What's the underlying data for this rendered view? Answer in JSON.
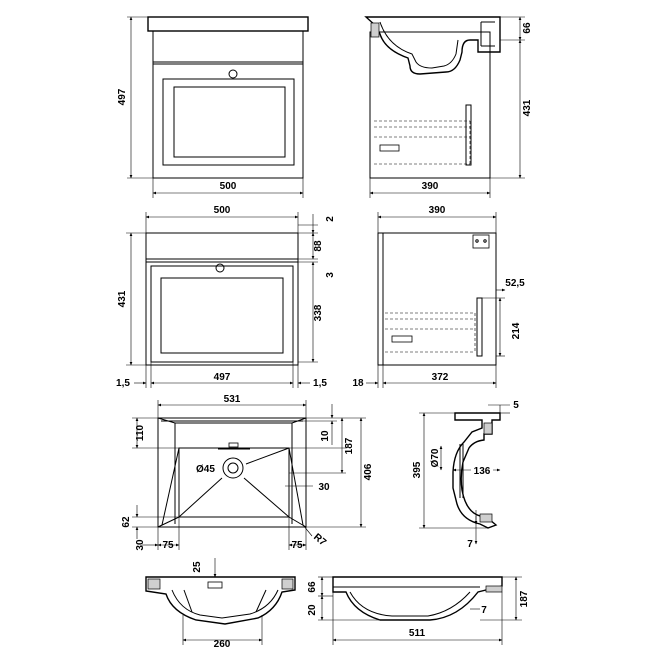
{
  "dimensions": {
    "front_basin_height": "497",
    "front_basin_width": "500",
    "side_basin_depth": "390",
    "side_basin_height": "431",
    "side_basin_top": "66",
    "front_cab_width": "500",
    "front_cab_height": "431",
    "front_cab_top_gap": "2",
    "front_cab_top_rail": "88",
    "front_cab_gap": "3",
    "front_cab_drawer": "338",
    "front_cab_left_gap": "1,5",
    "front_cab_drawer_width": "497",
    "front_cab_right_gap": "1,5",
    "side_cab_depth": "390",
    "side_cab_offset": "52,5",
    "side_cab_drawer_height": "214",
    "side_cab_back": "18",
    "side_cab_drawer_depth": "372",
    "plan_width": "531",
    "plan_left_inset": "110",
    "plan_top_10": "10",
    "plan_depth_187": "187",
    "plan_depth_406": "406",
    "plan_waste": "Ø45",
    "plan_30_right": "30",
    "plan_62": "62",
    "plan_30_left": "30",
    "plan_75_left": "75",
    "plan_75_right": "75",
    "plan_radius": "R7",
    "sec_5": "5",
    "sec_70": "Ø70",
    "sec_136": "136",
    "sec_395": "395",
    "sec_7": "7",
    "bf_25": "25",
    "bf_66": "66",
    "bf_20": "20",
    "bf_260": "260",
    "bs_7": "7",
    "bs_187": "187",
    "bs_511": "511"
  }
}
